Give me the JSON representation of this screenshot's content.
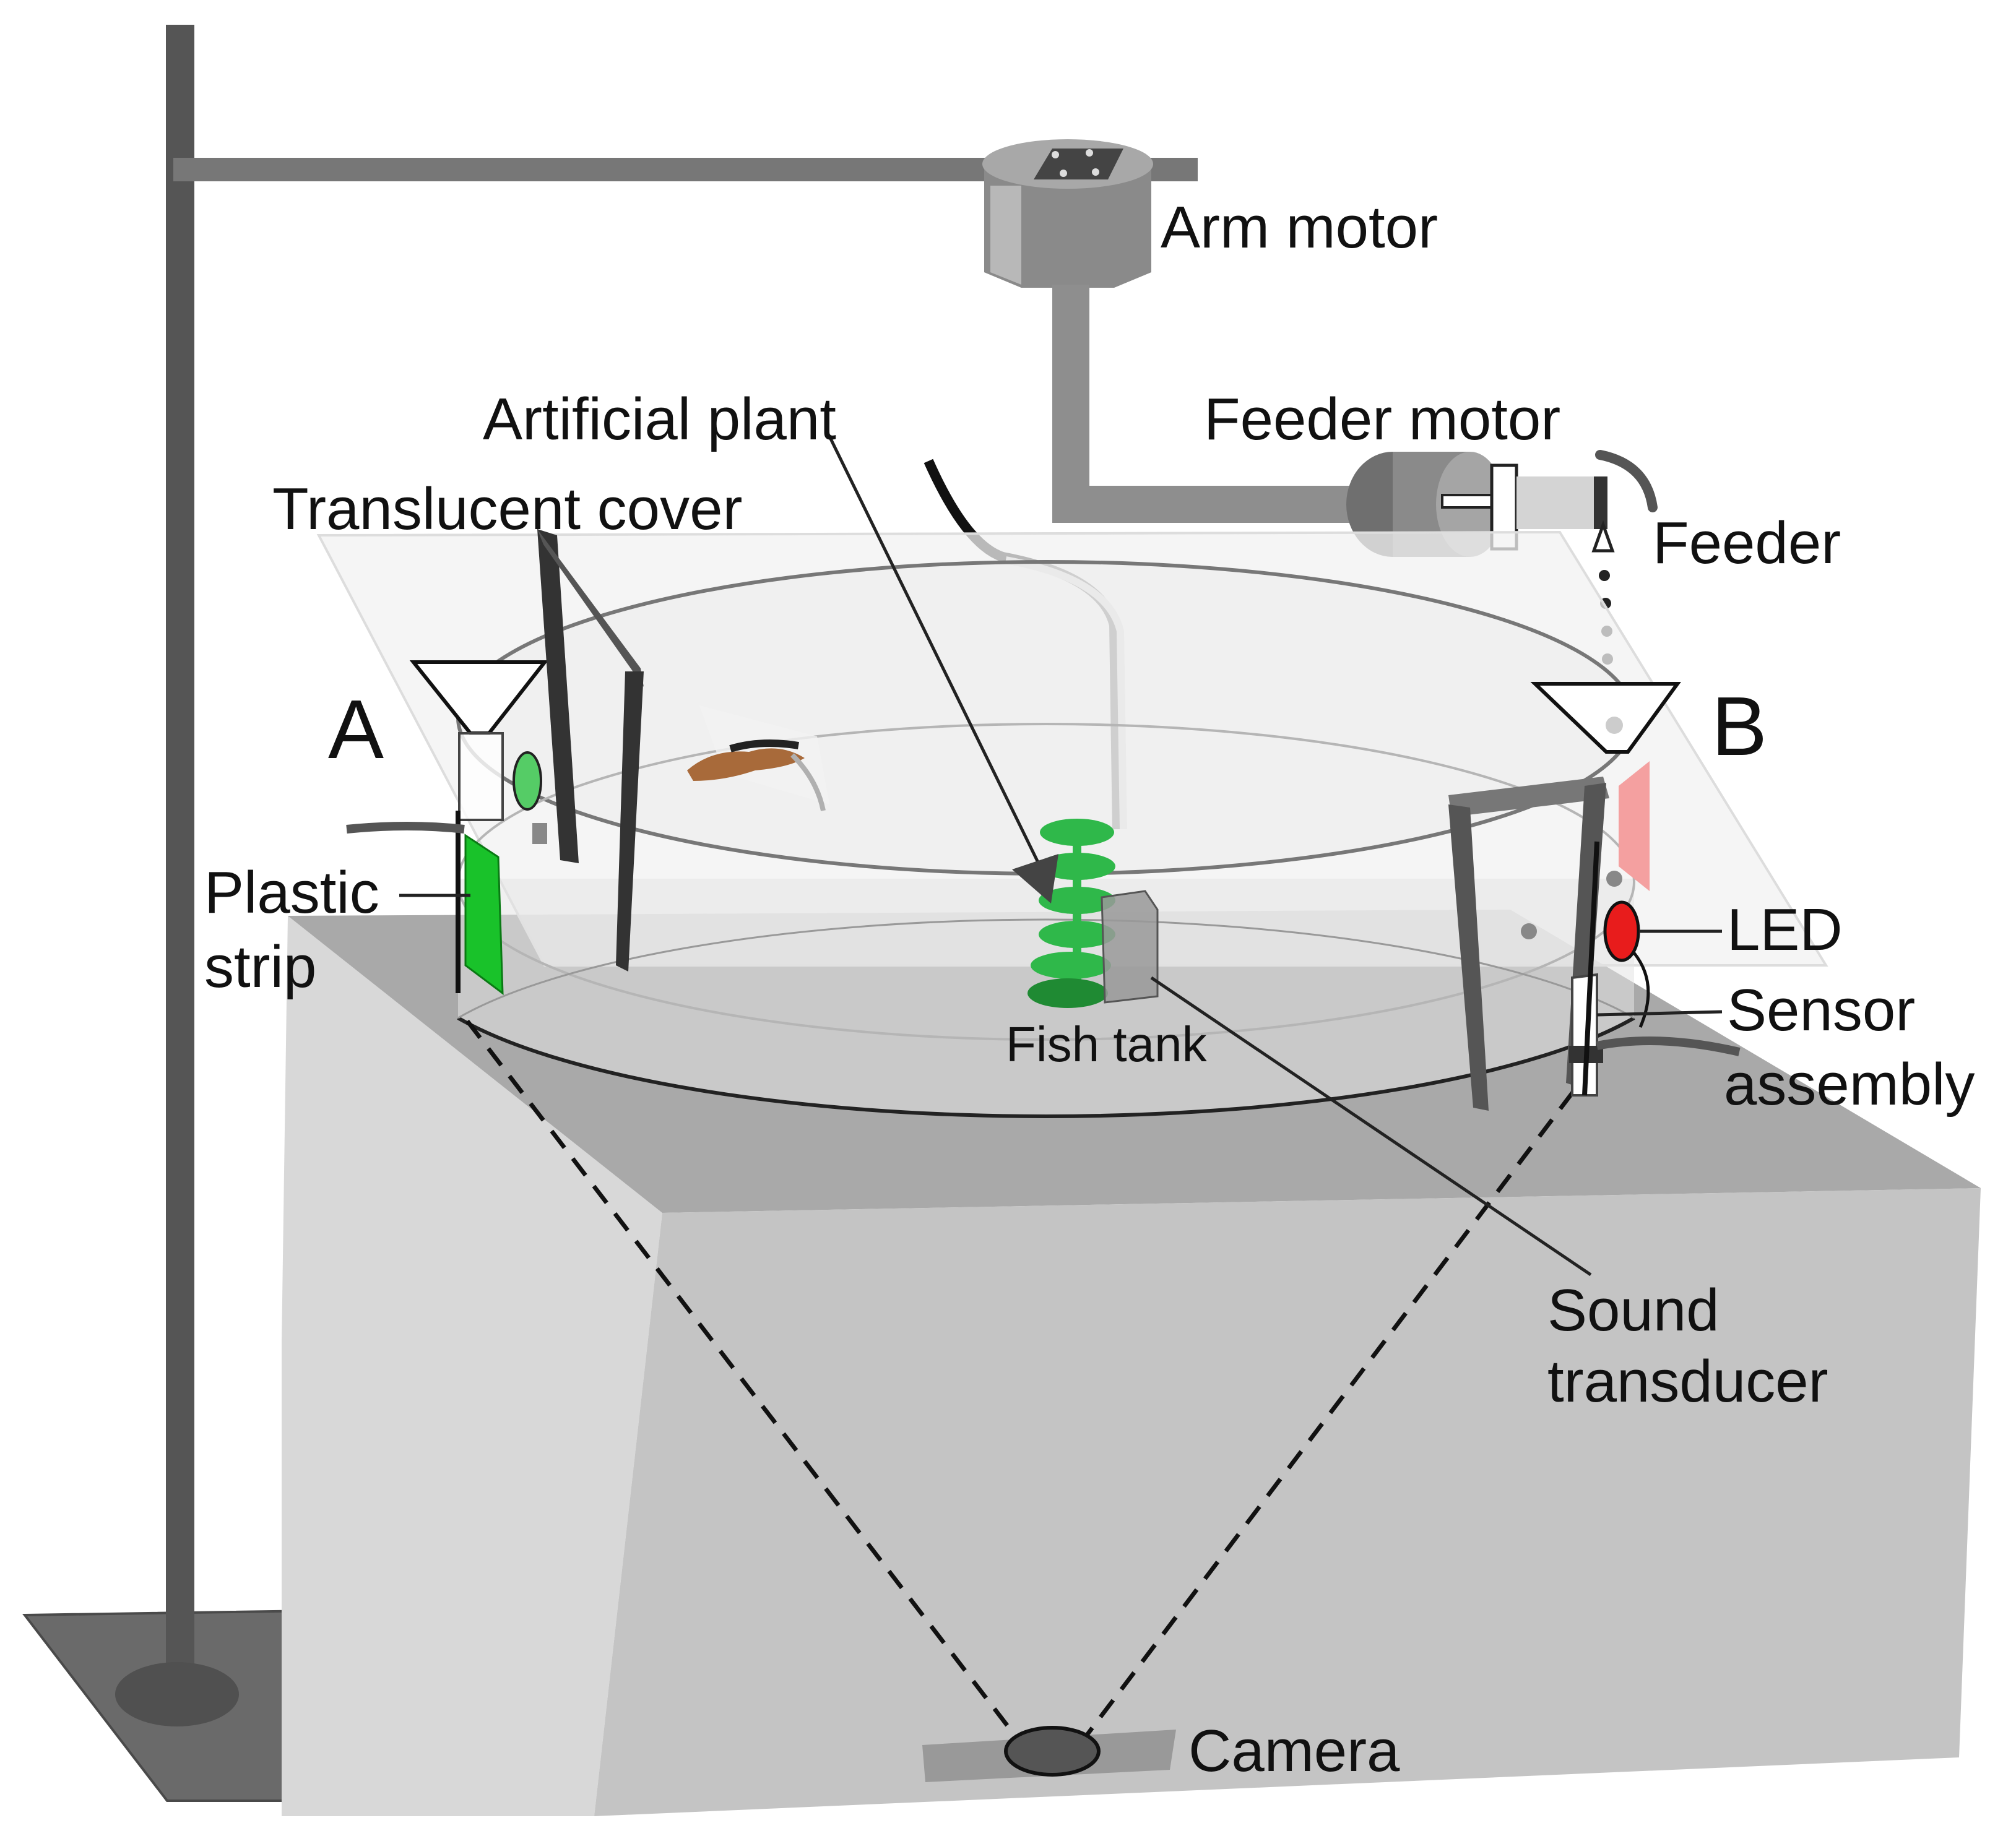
{
  "labels": {
    "arm_motor": "Arm motor",
    "feeder_motor": "Feeder motor",
    "feeder": "Feeder",
    "artificial_plant": "Artificial plant",
    "translucent_cover": "Translucent cover",
    "side_a": "A",
    "side_b": "B",
    "plastic_strip_line1": "Plastic",
    "plastic_strip_line2": "strip",
    "led": "LED",
    "sensor_assembly_line1": "Sensor",
    "sensor_assembly_line2": "assembly",
    "fish_tank": "Fish tank",
    "sound_transducer_line1": "Sound",
    "sound_transducer_line2": "transducer",
    "camera": "Camera"
  },
  "colors": {
    "stand_dark": "#555555",
    "stand_base": "#6a6a6a",
    "box_top": "#a9a9a9",
    "box_front": "#c3c3c3",
    "box_side": "#d8d8d8",
    "plant_green": "#2fb84a",
    "plant_dark": "#1f8a33",
    "strip_green": "#19c22a",
    "led_red": "#e81c1c",
    "red_panel": "#f4a0a0"
  }
}
